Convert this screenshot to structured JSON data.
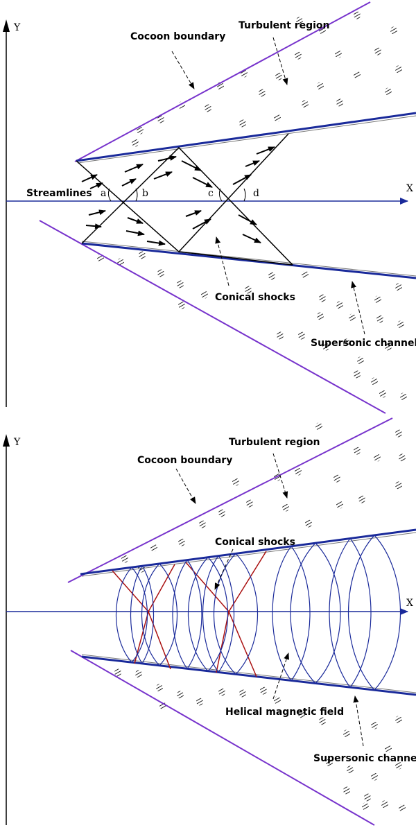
{
  "panels": [
    {
      "axis_x_label": "X",
      "axis_y_label": "Y",
      "labels": {
        "cocoon_boundary": "Cocoon boundary",
        "turbulent_region": "Turbulent region",
        "streamlines": "Streamlines",
        "point_a": "a",
        "point_b": "b",
        "point_c": "c",
        "point_d": "d",
        "conical_shocks": "Conical shocks",
        "supersonic_channel": "Supersonic channel"
      }
    },
    {
      "axis_x_label": "X",
      "axis_y_label": "Y",
      "labels": {
        "turbulent_region": "Turbulent region",
        "cocoon_boundary": "Cocoon boundary",
        "conical_shocks": "Conical shocks",
        "helical_magnetic_field": "Helical magnetic field",
        "supersonic_channel": "Supersonic channel"
      }
    }
  ],
  "colors": {
    "cocoon_boundary": "#7733cc",
    "channel_wall": "#1a2a9a",
    "axis": "#1a2a9a",
    "shocks_panel1": "#000000",
    "shocks_panel2": "#aa1111",
    "helical_field": "#1a2a9a",
    "turbulence_blob": "#333333"
  }
}
